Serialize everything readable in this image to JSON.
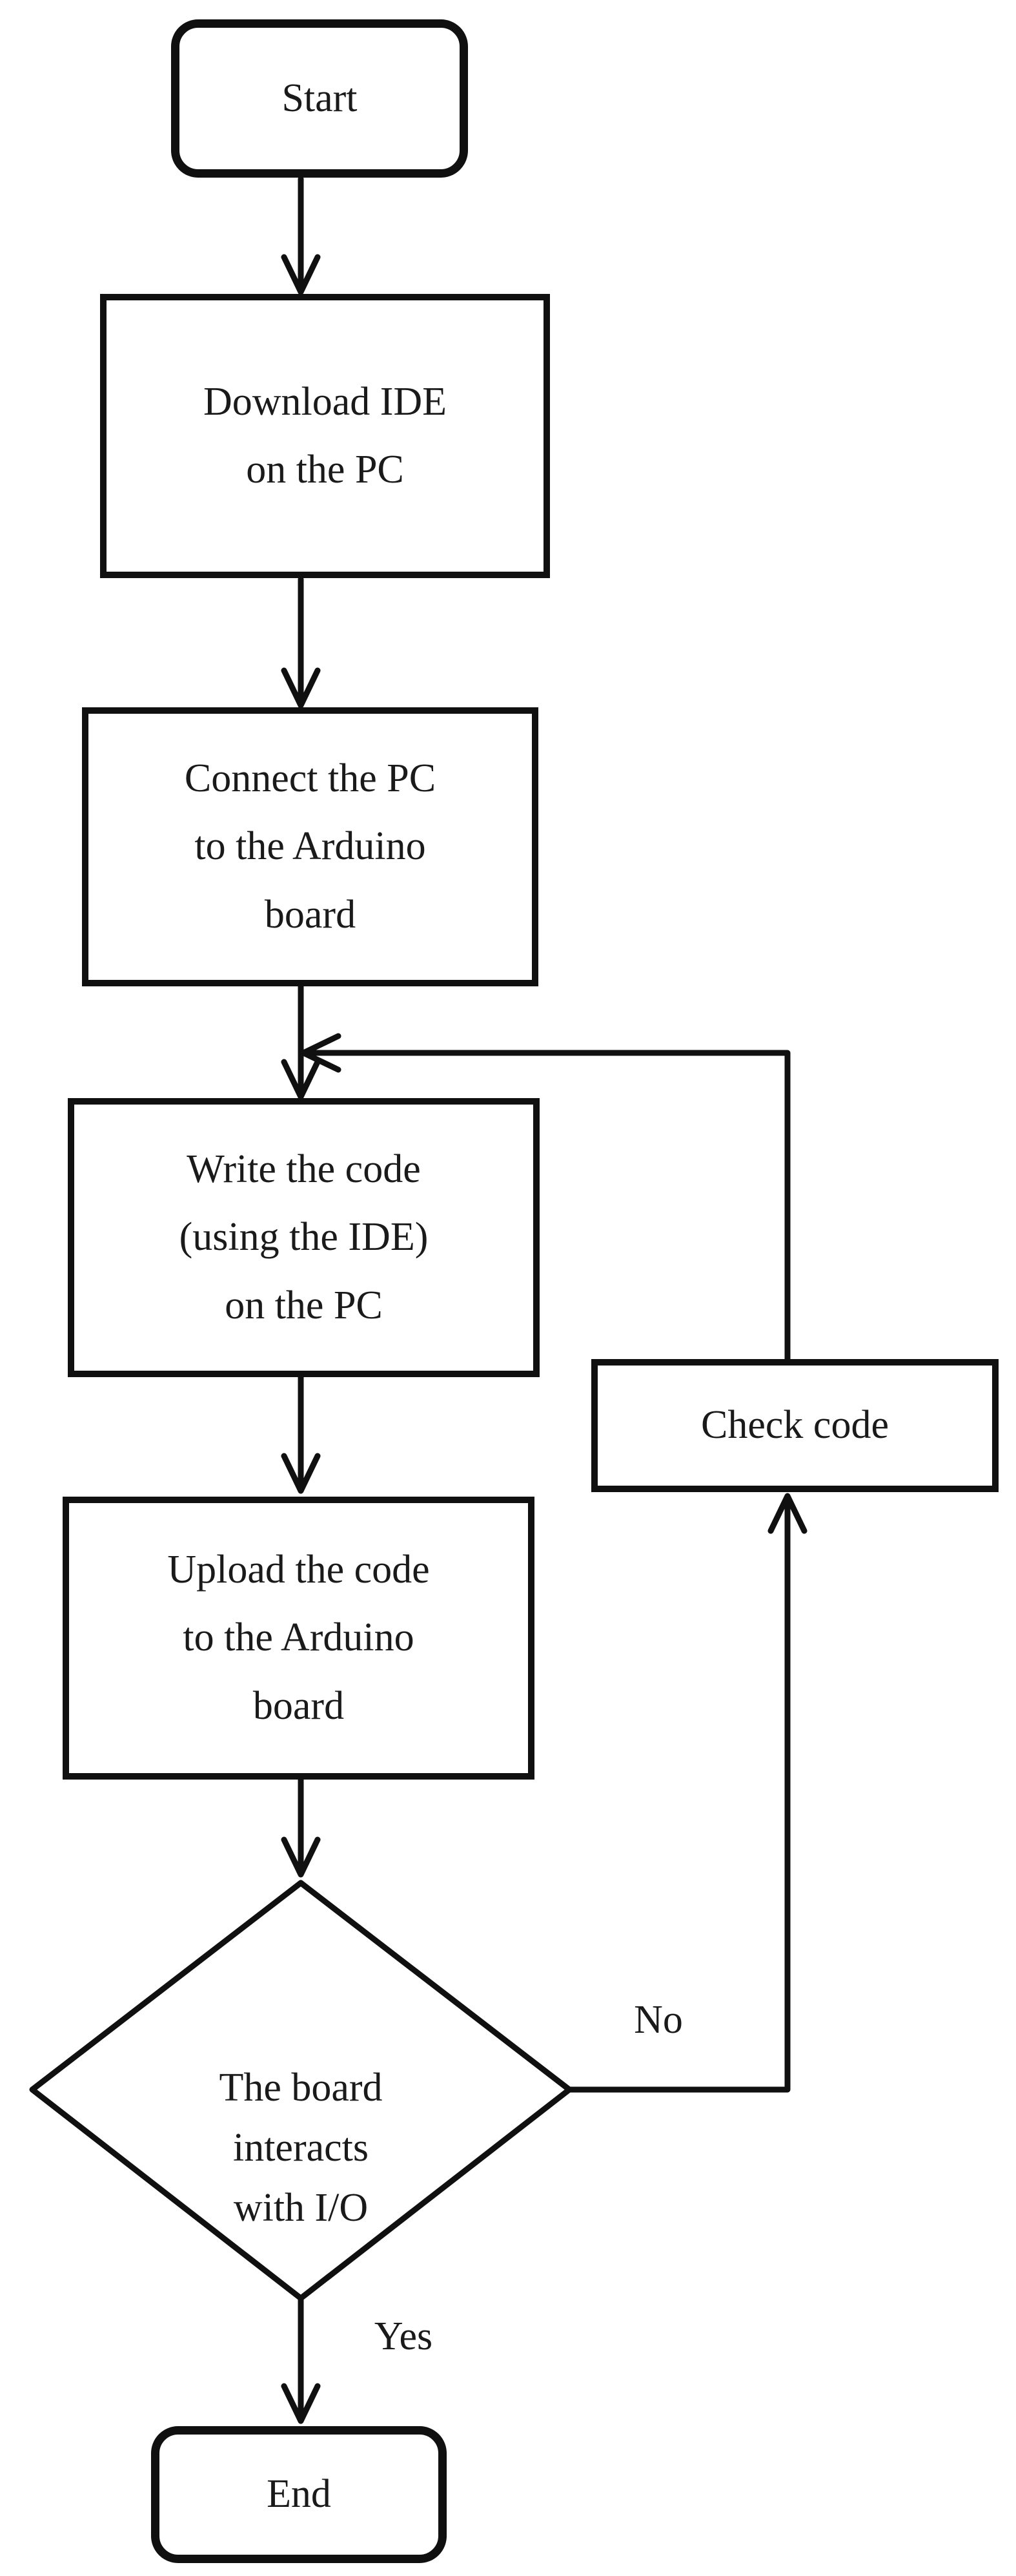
{
  "flowchart": {
    "nodes": {
      "start": {
        "type": "terminator",
        "label": "Start"
      },
      "download": {
        "type": "process",
        "label": "Download IDE\non the PC"
      },
      "connect": {
        "type": "process",
        "label": "Connect the PC\nto the Arduino\nboard"
      },
      "write": {
        "type": "process",
        "label": "Write the code\n(using the IDE)\non the PC"
      },
      "check": {
        "type": "process",
        "label": "Check code"
      },
      "upload": {
        "type": "process",
        "label": "Upload the code\nto the Arduino\nboard"
      },
      "decision": {
        "type": "decision",
        "label": "The board\ninteracts\nwith I/O"
      },
      "end": {
        "type": "terminator",
        "label": "End"
      }
    },
    "edge_labels": {
      "no": "No",
      "yes": "Yes"
    },
    "colors": {
      "line": "#101010",
      "text": "#1a1a1a",
      "background": "#ffffff"
    }
  }
}
